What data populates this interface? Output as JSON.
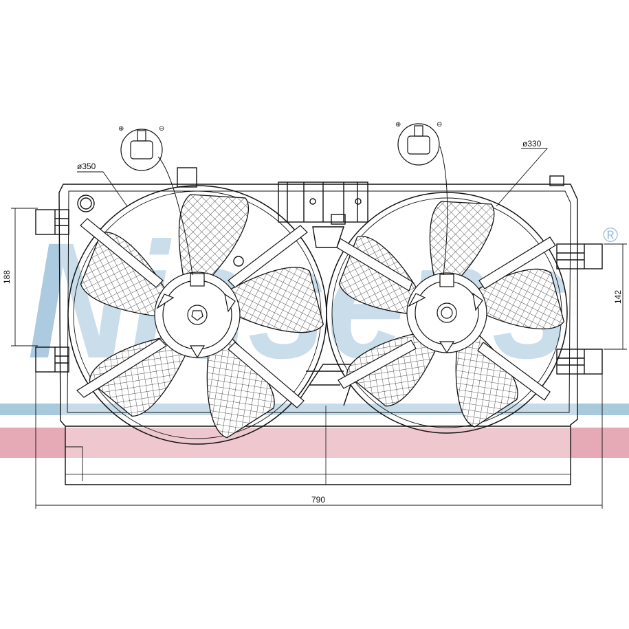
{
  "diagram": {
    "title": "",
    "watermark": {
      "text": "Nissens",
      "registered_mark": "®",
      "color": "#9ec2da"
    },
    "band_colors": {
      "blue": "#a9c9dd",
      "pink": "#e6a9b6"
    },
    "dimensions": {
      "left_fan_diameter": "ø350",
      "right_fan_diameter": "ø330",
      "left_height": "188",
      "right_height": "142",
      "overall_width": "790"
    },
    "components": {
      "left_fan": {
        "blades": 5
      },
      "right_fan": {
        "blades": 5
      },
      "left_connector": "2-pin connector",
      "right_connector": "2-pin connector"
    }
  }
}
